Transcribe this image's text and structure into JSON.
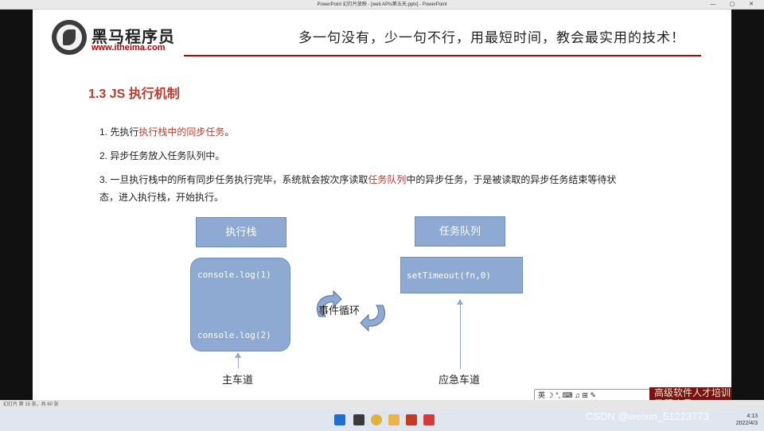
{
  "window": {
    "title": "PowerPoint 幻灯片放映 - [web APIs第五天.pptx] - PowerPoint",
    "ctl_min": "—",
    "ctl_max": "▢",
    "ctl_close": "✕"
  },
  "header": {
    "brand_cn": "黑马程序员",
    "brand_url": "www.itheima.com",
    "slogan": "多一句没有，少一句不行，用最短时间，教会最实用的技术！"
  },
  "slide": {
    "heading": "1.3 JS 执行机制",
    "p1_a": "1. 先执行",
    "p1_hl": "执行栈中的同步任务",
    "p1_b": "。",
    "p2": "2. 异步任务放入任务队列中。",
    "p3_a": "3. 一旦执行栈中的所有同步任务执行完毕，系统就会按次序读取",
    "p3_hl": "任务队列",
    "p3_b": "中的异步任务，于是被读取的异步任务结束等待状",
    "p3_c": "态，进入执行栈，开始执行。"
  },
  "diagram": {
    "stack_label": "执行栈",
    "queue_label": "任务队列",
    "stack_code_1": "console.log(1)",
    "stack_code_2": "console.log(2)",
    "queue_code": "setTimeout(fn,0)",
    "loop_label": "事件循环",
    "main_lane": "主车道",
    "emergency_lane": "应急车道"
  },
  "ime": {
    "text": "英 ☽ °, ⌨ ♫ ⊞ ✎"
  },
  "banner": {
    "text": "高级软件人才培训专家  黑马程序员"
  },
  "status": {
    "text": "幻灯片 第 15 张，共 60 张"
  },
  "tray": {
    "time": "4:13",
    "date": "2022/4/3"
  },
  "watermark": {
    "text": "CSDN @weixin_51223773"
  },
  "colors": {
    "accent": "#c00000",
    "box": "#8eaad3"
  }
}
